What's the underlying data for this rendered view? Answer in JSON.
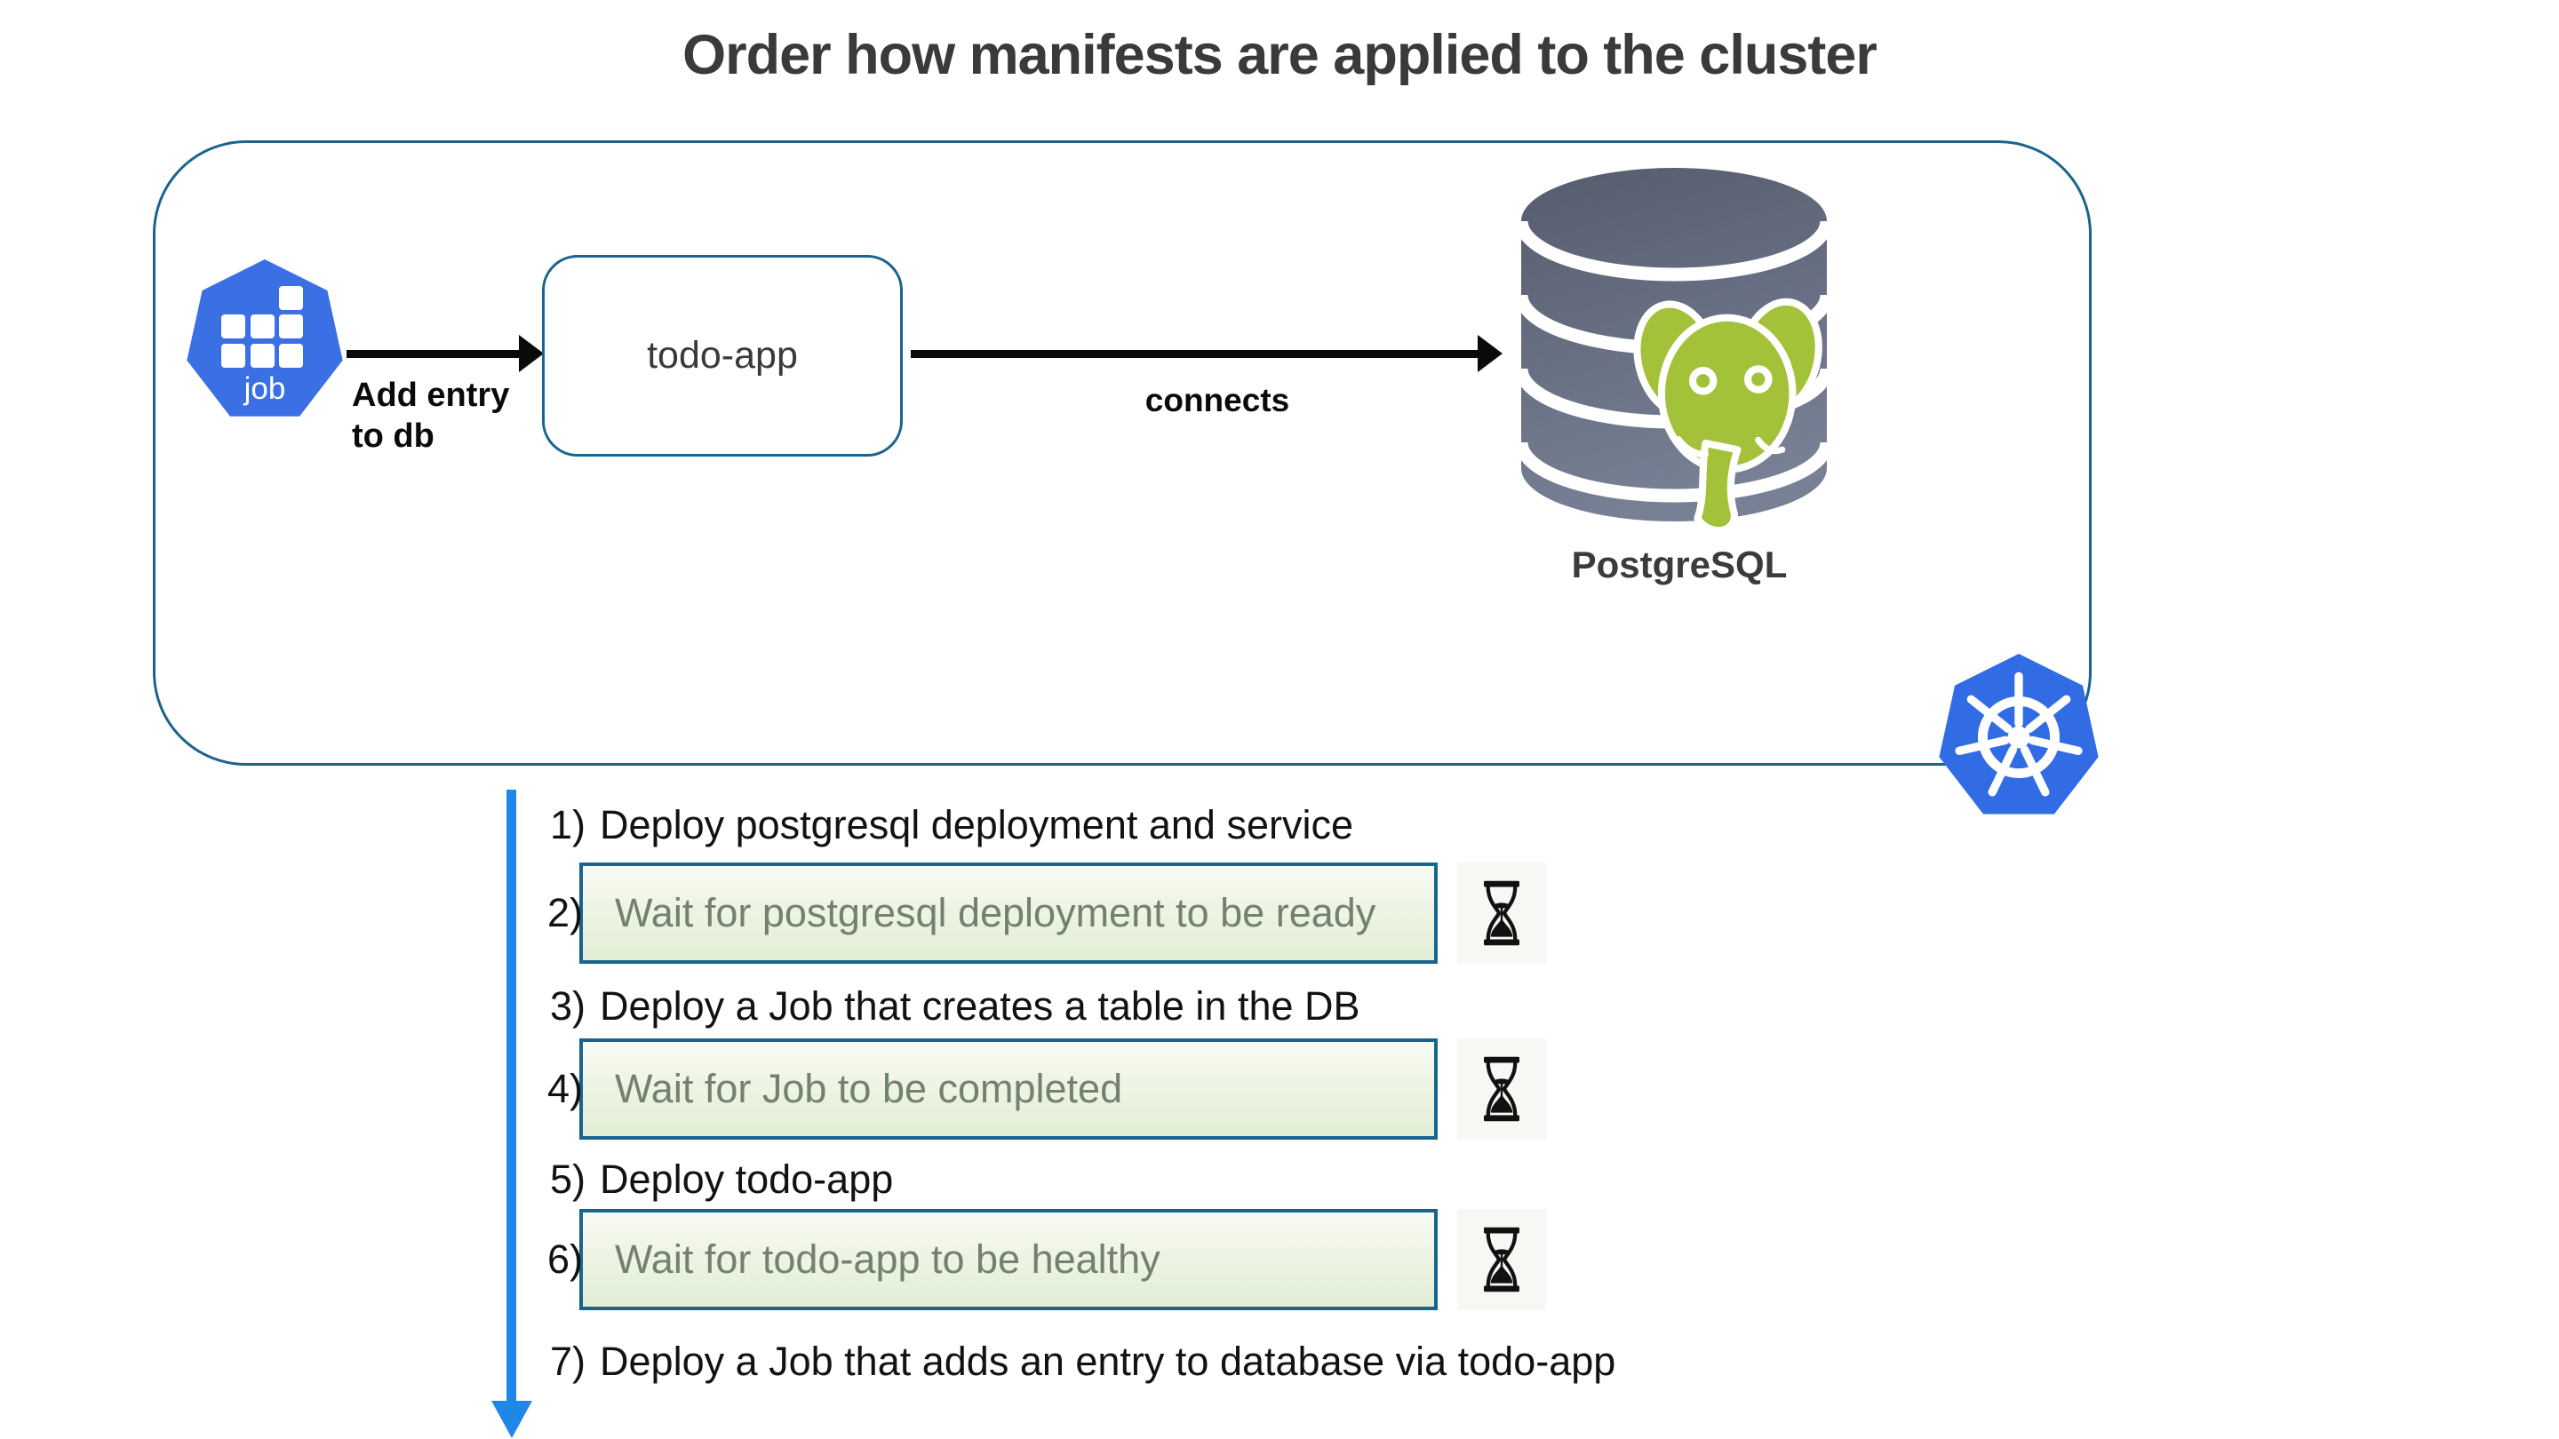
{
  "title": "Order how manifests are applied to the cluster",
  "cluster": {
    "job_node": {
      "label": "job"
    },
    "add_entry_edge": {
      "label_line1": "Add entry",
      "label_line2": "to db"
    },
    "todo_app_node": {
      "label": "todo-app"
    },
    "connects_edge": {
      "label": "connects"
    },
    "postgres_node": {
      "label": "PostgreSQL"
    }
  },
  "steps": [
    {
      "num": "1)",
      "text": "Deploy postgresql deployment and service",
      "type": "plain"
    },
    {
      "num": "2)",
      "text": "Wait for postgresql deployment to be ready",
      "type": "wait-box"
    },
    {
      "num": "3)",
      "text": "Deploy a Job that creates a table in the DB",
      "type": "plain"
    },
    {
      "num": "4)",
      "text": "Wait for Job to be completed",
      "type": "wait-box"
    },
    {
      "num": "5)",
      "text": "Deploy todo-app",
      "type": "plain"
    },
    {
      "num": "6)",
      "text": "Wait for todo-app to be healthy",
      "type": "wait-box"
    },
    {
      "num": "7)",
      "text": "Deploy a Job that adds an entry to database via todo-app",
      "type": "plain"
    }
  ],
  "icons": {
    "job": "kubernetes-job-icon",
    "kubernetes": "kubernetes-helm-wheel-icon",
    "database": "postgresql-database-icon",
    "wait": "hourglass-icon"
  },
  "colors": {
    "outline_blue": "#19648f",
    "k8s_blue": "#326ce5",
    "job_blue": "#3b70e4",
    "list_arrow_blue": "#1f88e6",
    "postgres_green": "#a4c13a",
    "db_gray_top": "#555c6d",
    "db_gray_bottom": "#788095",
    "wait_box_green": "#e1edd4",
    "wait_text_gray": "#74816f",
    "title_gray": "#3a3a3c"
  }
}
